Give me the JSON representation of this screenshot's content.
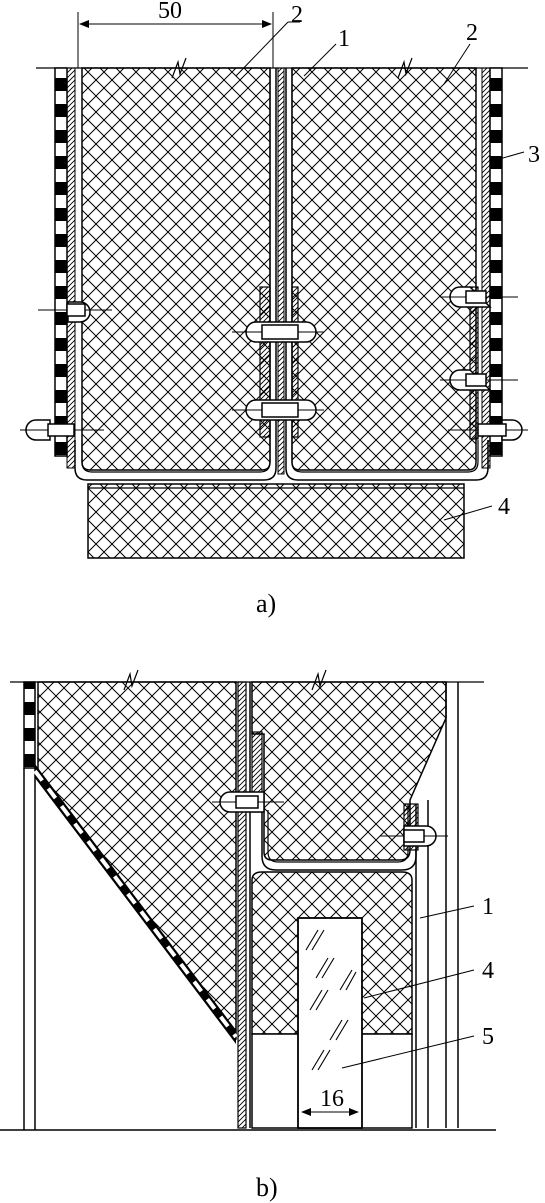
{
  "figure_a": {
    "dimension": "50",
    "labels": [
      "2",
      "1",
      "2",
      "3",
      "4"
    ],
    "caption": "a)"
  },
  "figure_b": {
    "dimension": "16",
    "labels": [
      "1",
      "4",
      "5"
    ],
    "caption": "b)"
  }
}
